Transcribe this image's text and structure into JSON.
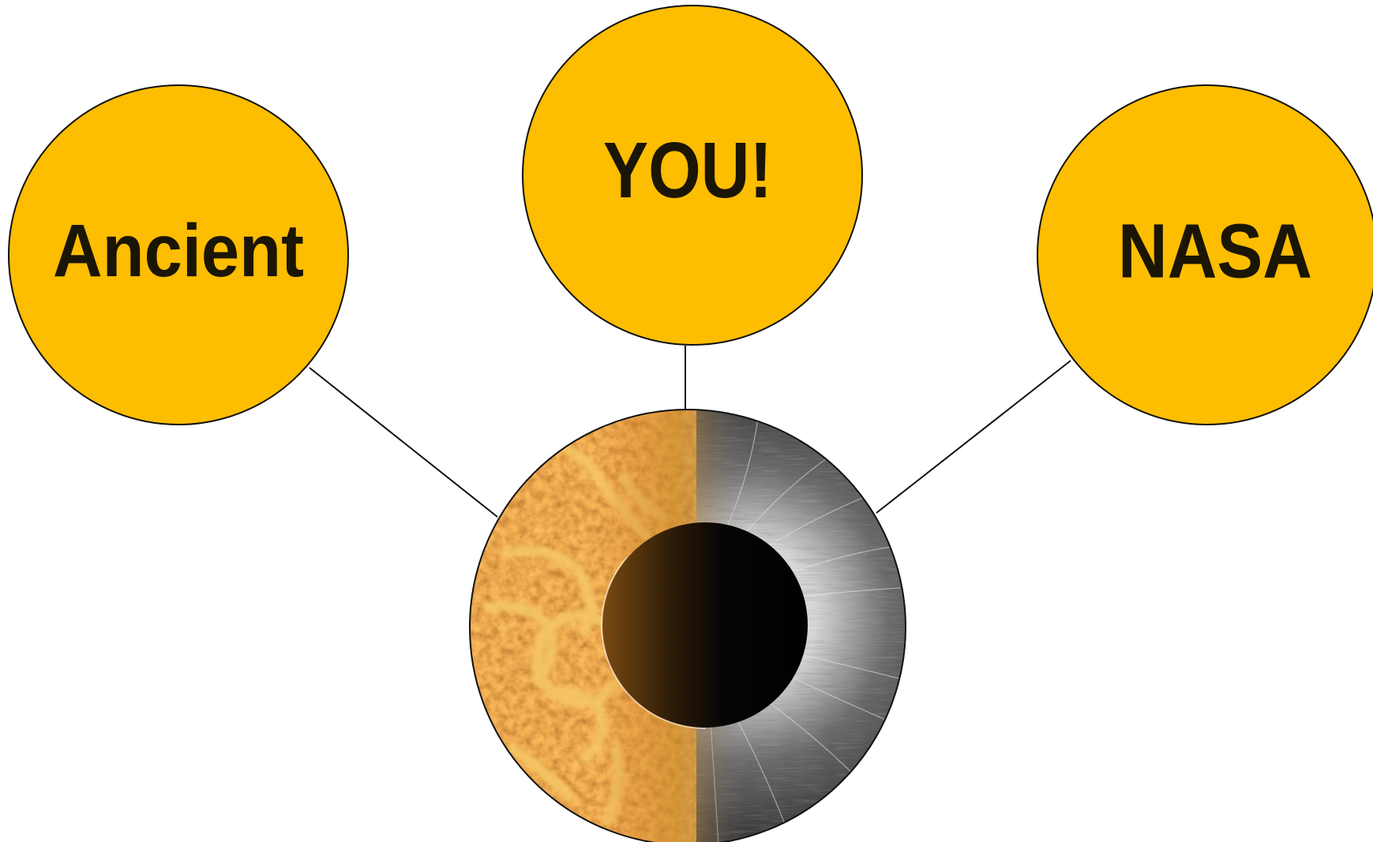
{
  "nodes": {
    "left": {
      "label": "Ancient"
    },
    "top": {
      "label": "YOU!"
    },
    "right": {
      "label": "NASA"
    }
  },
  "colors": {
    "node_fill": "#FDBD00",
    "node_stroke": "#111111",
    "connector": "#111111",
    "label_text": "#1a1505",
    "background": "#ffffff"
  },
  "center_image": {
    "left_half": "ancient sun petroglyph carving on orange rock",
    "right_half": "black-and-white photo of total solar eclipse corona"
  }
}
